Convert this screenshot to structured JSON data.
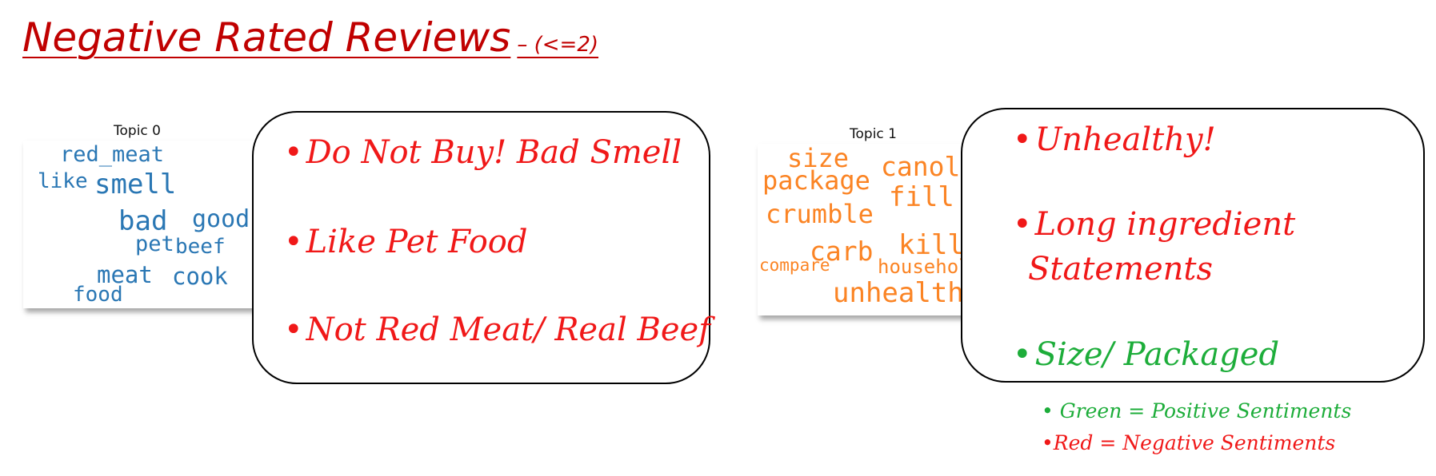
{
  "title": {
    "main": "Negative Rated Reviews",
    "sub": "– (<=2)"
  },
  "topics": [
    {
      "label": "Topic 0",
      "color": "#2a77b4",
      "words": [
        "red_meat",
        "like",
        "smell",
        "bad",
        "good",
        "pet",
        "beef",
        "meat",
        "cook",
        "food"
      ]
    },
    {
      "label": "Topic 1",
      "color": "#fb8424",
      "words": [
        "size",
        "package",
        "canola",
        "fill",
        "crumble",
        "carb",
        "kill",
        "compare",
        "household",
        "unhealth"
      ]
    }
  ],
  "bubbles": [
    {
      "bullets": [
        {
          "text": "Do Not Buy! Bad Smell",
          "sentiment": "negative"
        },
        {
          "text": "Like Pet Food",
          "sentiment": "negative"
        },
        {
          "text": "Not Red Meat/ Real Beef",
          "sentiment": "negative"
        }
      ]
    },
    {
      "bullets": [
        {
          "text": "Unhealthy!",
          "sentiment": "negative"
        },
        {
          "text": "Long ingredient",
          "sentiment": "negative"
        },
        {
          "text": "Statements",
          "sentiment": "negative"
        },
        {
          "text": "Size/ Packaged",
          "sentiment": "positive"
        }
      ]
    }
  ],
  "legend": [
    {
      "text": "Green = Positive Sentiments",
      "sentiment": "positive"
    },
    {
      "text": "Red = Negative Sentiments",
      "sentiment": "negative"
    }
  ],
  "colors": {
    "title": "#c00000",
    "negative": "#f01818",
    "positive": "#1dad3a"
  },
  "bullet_glyph": "•"
}
